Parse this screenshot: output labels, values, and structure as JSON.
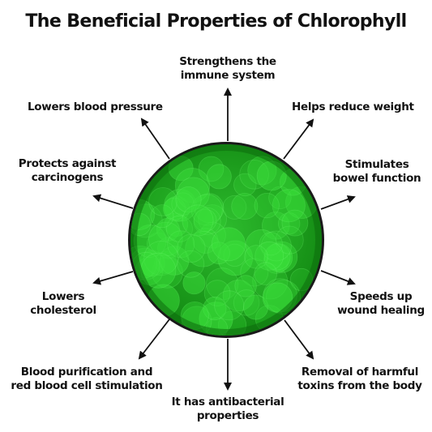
{
  "title": "The Beneficial Properties of Chlorophyll",
  "properties": [
    {
      "id": "immune",
      "lines": [
        "Strengthens the",
        "immune system"
      ]
    },
    {
      "id": "weight",
      "lines": [
        "Helps reduce weight"
      ]
    },
    {
      "id": "bowel",
      "lines": [
        "Stimulates",
        "bowel function"
      ]
    },
    {
      "id": "wound",
      "lines": [
        "Speeds up",
        "wound healing"
      ]
    },
    {
      "id": "toxins",
      "lines": [
        "Removal of harmful",
        "toxins from the body"
      ]
    },
    {
      "id": "antibacterial",
      "lines": [
        "It has antibacterial",
        "properties"
      ]
    },
    {
      "id": "blood",
      "lines": [
        "Blood purification and",
        "red blood cell stimulation"
      ]
    },
    {
      "id": "cholesterol",
      "lines": [
        "Lowers",
        "cholesterol"
      ]
    },
    {
      "id": "carcinogens",
      "lines": [
        "Protects against",
        "carcinogens"
      ]
    },
    {
      "id": "pressure",
      "lines": [
        "Lowers blood pressure"
      ]
    }
  ],
  "colors": {
    "cell_fill": "#1fa01f",
    "cell_dark": "#0d6b0d",
    "cell_border": "#222222",
    "bubble": "#3be03b",
    "arrow": "#111111"
  }
}
